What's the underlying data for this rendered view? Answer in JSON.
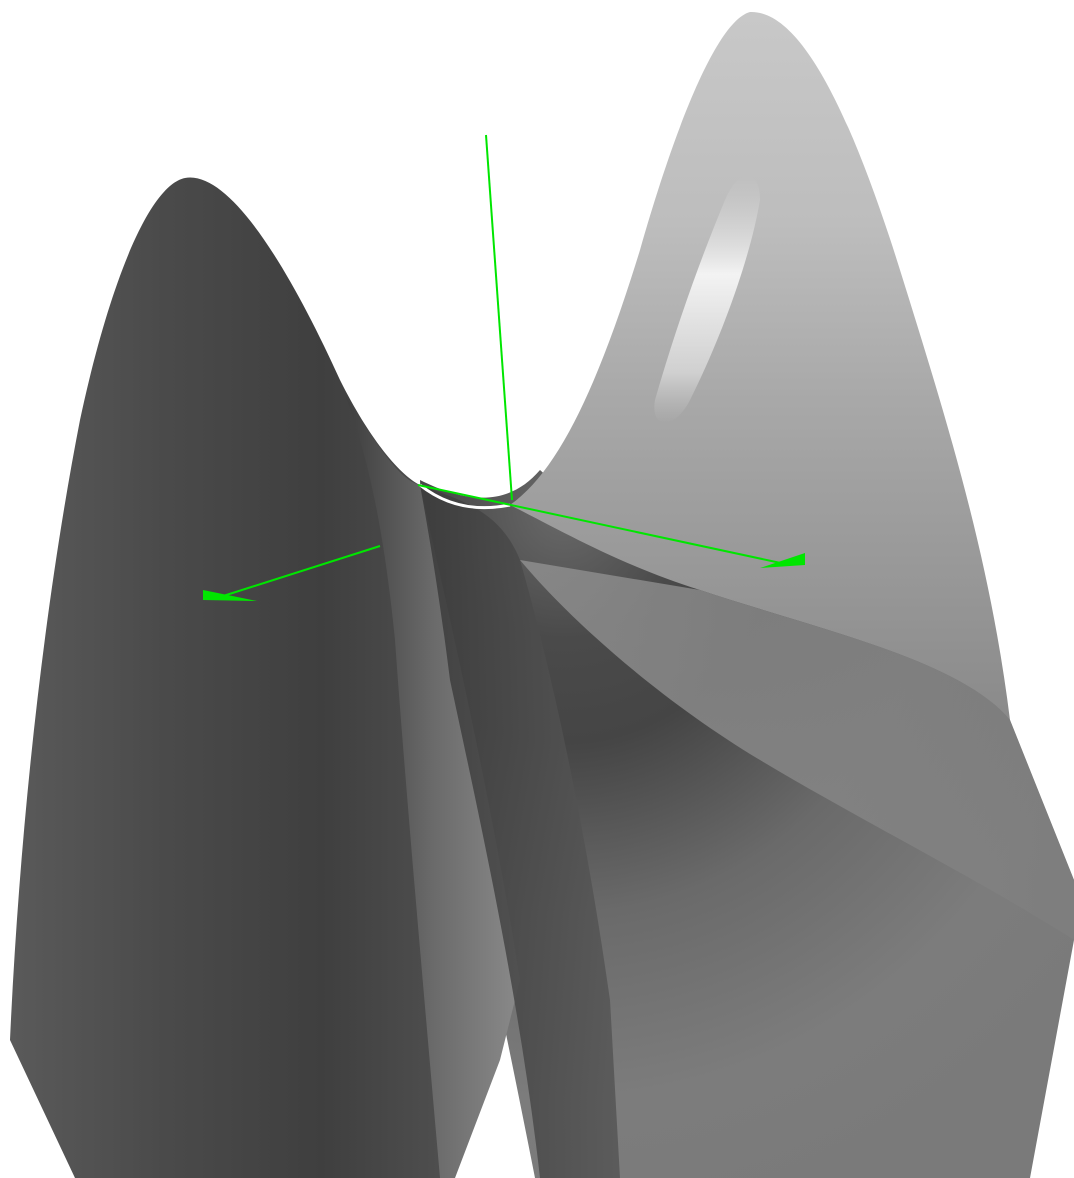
{
  "scene": {
    "object": "saddle-surface",
    "shading": "flat grayscale",
    "background_color": "#ffffff",
    "axis_color": "#00e600",
    "surface_colors": {
      "dark": "#3c3c3c",
      "mid": "#6e6e6e",
      "light": "#9a9a9a",
      "highlight": "#f4f4f4"
    },
    "axes": [
      "vertical-axis",
      "right-axis",
      "left-axis"
    ]
  }
}
